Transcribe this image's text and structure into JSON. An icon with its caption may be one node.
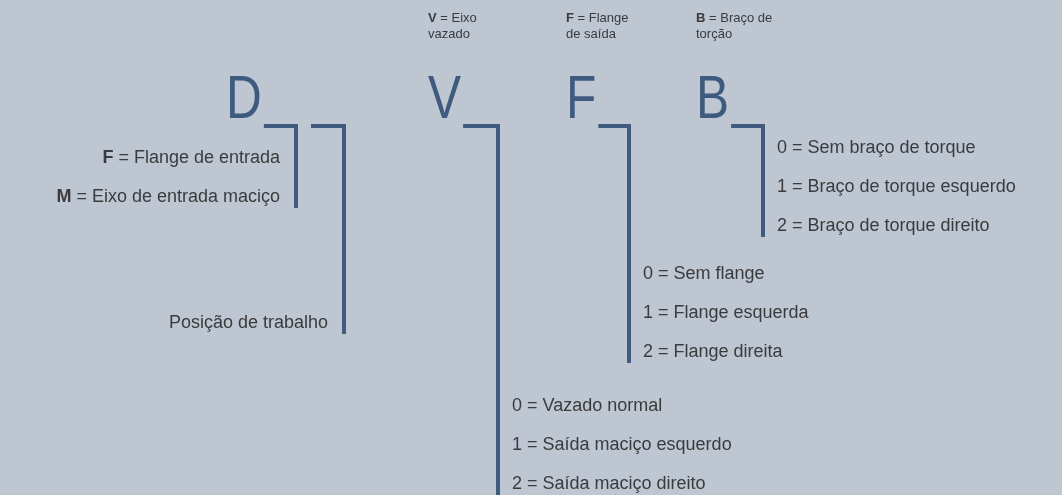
{
  "diagram": {
    "nodes": [
      {
        "text": [
          "D"
        ]
      },
      {
        "text": [
          "**F** = Flange de entrada",
          "**M** = Eixo de entrada maciço"
        ]
      },
      {
        "text": [
          "Posição de trabalho"
        ]
      },
      {
        "text": [
          "V"
        ],
        "beside": [
          "**V** = Eixo vazado"
        ]
      },
      {
        "text": [
          "0 = Vazado normal",
          "1 = Saída maciço esquerdo",
          "2 = Saída maciço direito"
        ]
      },
      {
        "text": [
          "F"
        ],
        "beside": [
          "**F** = Flange de saída"
        ]
      },
      {
        "text": [
          "0 = Sem flange",
          "1 = Flange esquerda",
          "2 = Flange direita"
        ]
      },
      {
        "text": [
          "B"
        ],
        "beside": [
          "**B** = Braço de torção"
        ]
      },
      {
        "text": [
          "0 = Sem braço de torque",
          "1 = Braço de torque esquerdo",
          "2 = Braço de torque direito"
        ]
      }
    ],
    "edges": [
      {
        "from": 0,
        "to": 1,
        "arrow": "none"
      },
      {
        "from": null,
        "to": 2,
        "arrow": "none"
      },
      {
        "from": 3,
        "to": 4,
        "arrow": "none"
      },
      {
        "from": 5,
        "to": 6,
        "arrow": "none"
      },
      {
        "from": 7,
        "to": 8,
        "arrow": "none"
      }
    ]
  }
}
